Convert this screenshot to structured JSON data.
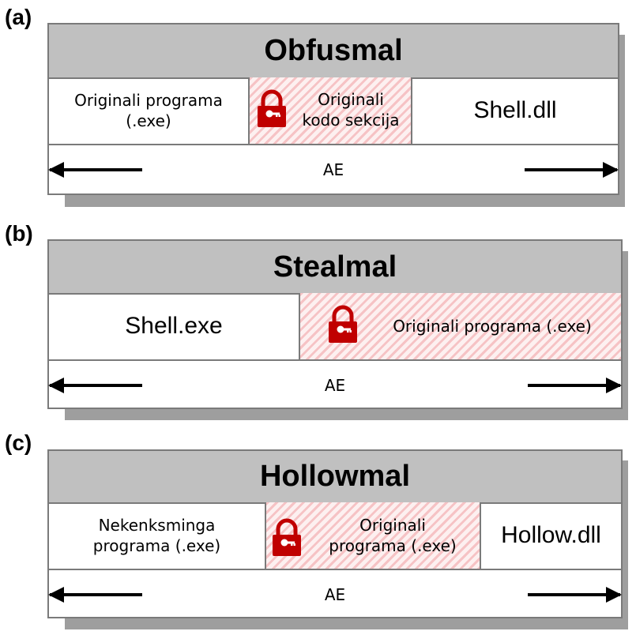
{
  "panels": [
    {
      "label": "(a)",
      "title": "Obfusmal",
      "sections": {
        "left": "Originali programa\n(.exe)",
        "encrypted": "Originali\nkodo sekcija",
        "right": "Shell.dll"
      },
      "span_label": "AE"
    },
    {
      "label": "(b)",
      "title": "Stealmal",
      "sections": {
        "left": "Shell.exe",
        "encrypted": "Originali programa (.exe)"
      },
      "span_label": "AE"
    },
    {
      "label": "(c)",
      "title": "Hollowmal",
      "sections": {
        "left": "Nekenksminga\nprograma (.exe)",
        "encrypted": "Originali\nprograma (.exe)",
        "right": "Hollow.dll"
      },
      "span_label": "AE"
    }
  ],
  "icons": {
    "encrypted_marker": "padlock-with-key-icon"
  },
  "colors": {
    "header_fill": "#c0c0c0",
    "border": "#7a7a7a",
    "lock": "#c00000",
    "hatch_stripe": "#f6c3c5"
  }
}
